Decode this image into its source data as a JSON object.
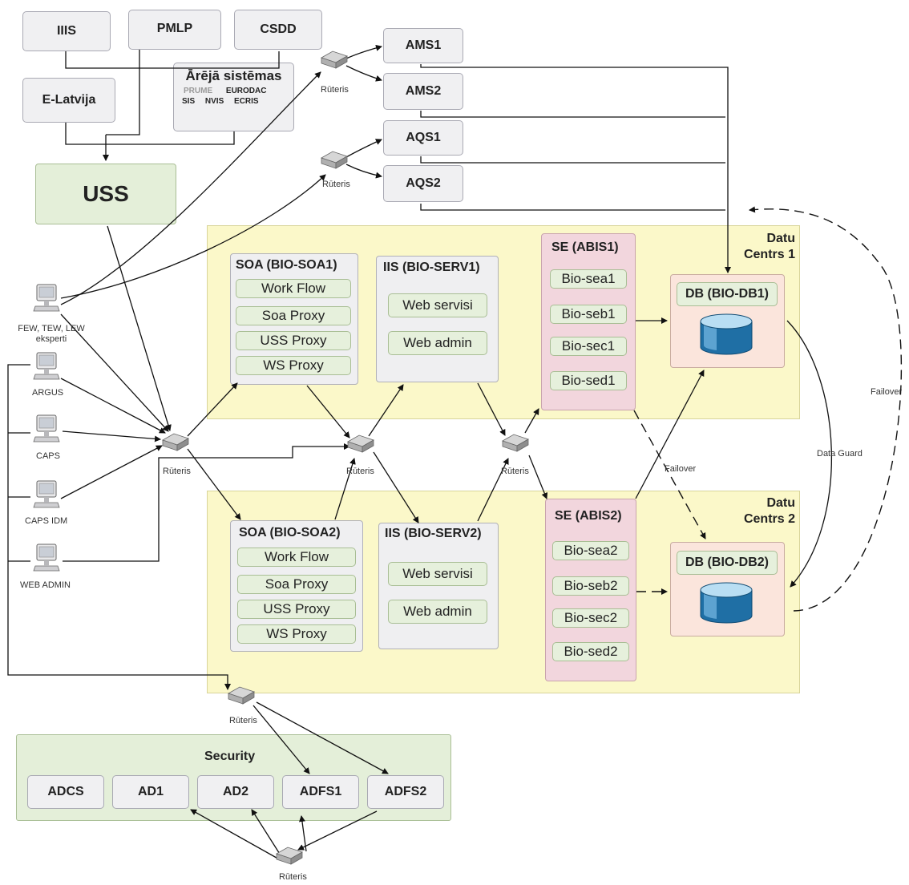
{
  "top_systems": {
    "iiis": "IIIS",
    "pmlp": "PMLP",
    "csdd": "CSDD",
    "elatvija": "E-Latvija"
  },
  "external": {
    "title": "Ārējā sistēmas",
    "prume": "PRUME",
    "eurodac": "EURODAC",
    "sis": "SIS",
    "nvis": "NVIS",
    "ecris": "ECRIS"
  },
  "uss": "USS",
  "ams": [
    "AMS1",
    "AMS2"
  ],
  "aqs": [
    "AQS1",
    "AQS2"
  ],
  "router_label": "Rūteris",
  "clients": {
    "experts": "FEW, TEW, LEW eksperti",
    "argus": "ARGUS",
    "caps": "CAPS",
    "caps_idm": "CAPS IDM",
    "web_admin": "WEB ADMIN"
  },
  "dc1": {
    "title_line1": "Datu",
    "title_line2": "Centrs 1",
    "soa": {
      "title": "SOA (BIO-SOA1)",
      "items": [
        "Work Flow",
        "Soa Proxy",
        "USS Proxy",
        "WS Proxy"
      ]
    },
    "iis": {
      "title": "IIS (BIO-SERV1)",
      "items": [
        "Web servisi",
        "Web admin"
      ]
    },
    "se": {
      "title": "SE (ABIS1)",
      "items": [
        "Bio-sea1",
        "Bio-seb1",
        "Bio-sec1",
        "Bio-sed1"
      ]
    },
    "db": {
      "title": "DB (BIO-DB1)"
    }
  },
  "dc2": {
    "title_line1": "Datu",
    "title_line2": "Centrs 2",
    "soa": {
      "title": "SOA (BIO-SOA2)",
      "items": [
        "Work Flow",
        "Soa Proxy",
        "USS Proxy",
        "WS Proxy"
      ]
    },
    "iis": {
      "title": "IIS (BIO-SERV2)",
      "items": [
        "Web servisi",
        "Web admin"
      ]
    },
    "se": {
      "title": "SE (ABIS2)",
      "items": [
        "Bio-sea2",
        "Bio-seb2",
        "Bio-sec2",
        "Bio-sed2"
      ]
    },
    "db": {
      "title": "DB (BIO-DB2)"
    }
  },
  "annotations": {
    "failover": "Failover",
    "data_guard": "Data Guard",
    "failover_right": "Failover"
  },
  "security": {
    "title": "Security",
    "items": [
      "ADCS",
      "AD1",
      "AD2",
      "ADFS1",
      "ADFS2"
    ]
  },
  "icons": {
    "router": "router-icon",
    "computer": "computer-icon",
    "database": "database-icon"
  },
  "colors": {
    "datacenter": "#fbf8c9",
    "green_panel": "#e4efd9",
    "se_panel": "#f2d6dd",
    "db_panel": "#fbe5dc"
  }
}
